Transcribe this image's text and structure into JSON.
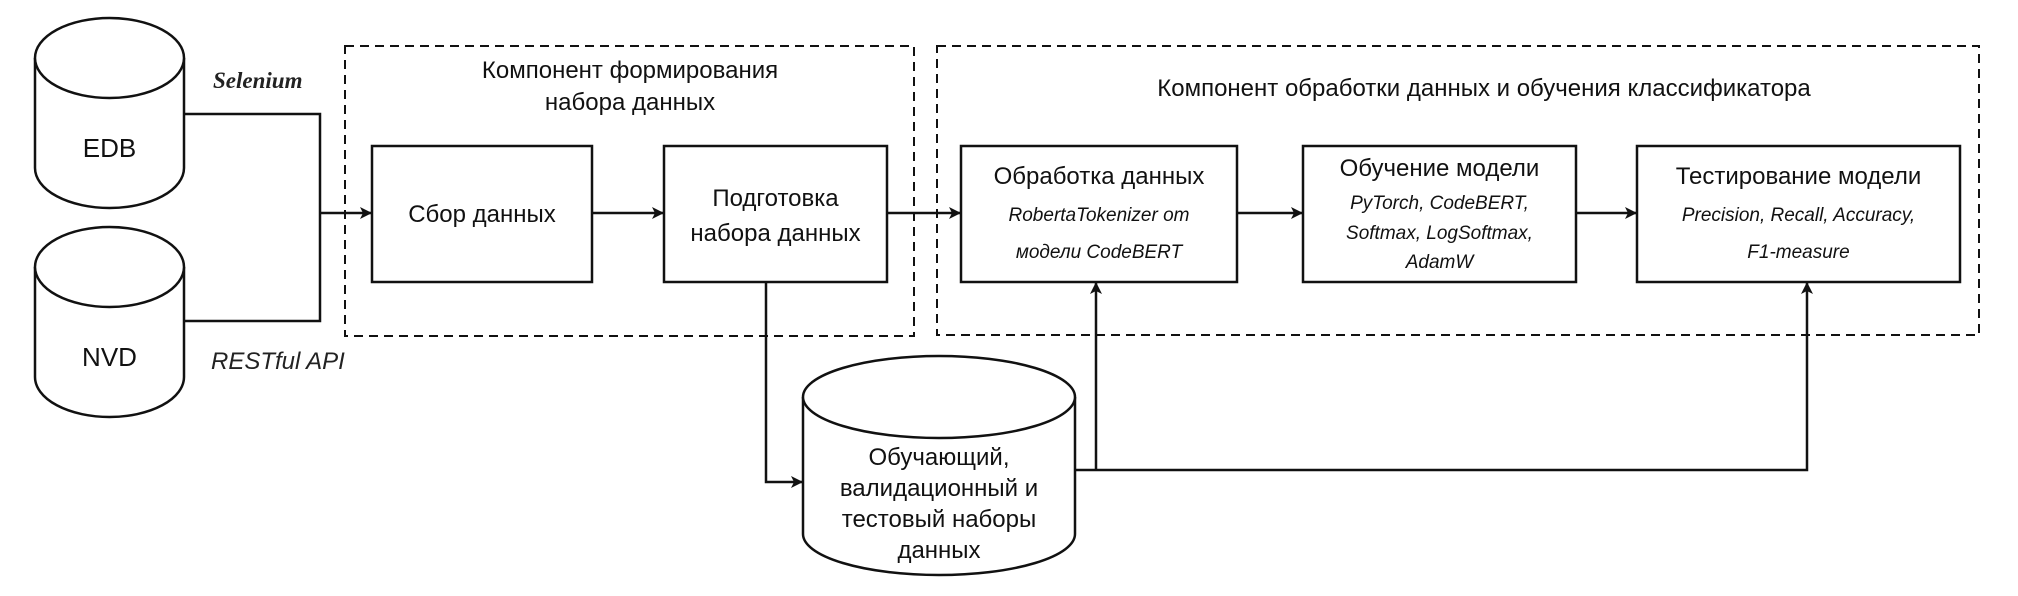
{
  "diagram": {
    "databases": {
      "edb": "EDB",
      "nvd": "NVD",
      "datasets": [
        "Обучающий,",
        "валидационный и",
        "тестовый наборы",
        "данных"
      ]
    },
    "edge_labels": {
      "selenium": "Selenium",
      "restful": "RESTful API"
    },
    "group_formation": {
      "title_lines": [
        "Компонент формирования",
        "набора данных"
      ],
      "collect": "Сбор данных",
      "prepare": [
        "Подготовка",
        "набора данных"
      ]
    },
    "group_processing": {
      "title": "Компонент обработки данных и обучения классификатора",
      "processing": {
        "title": "Обработка данных",
        "sub": [
          "RobertaTokenizer от",
          "модели CodeBERT"
        ]
      },
      "training": {
        "title": "Обучение модели",
        "sub": [
          "PyTorch, CodeBERT,",
          "Softmax, LogSoftmax,",
          "AdamW"
        ]
      },
      "testing": {
        "title": "Тестирование модели",
        "sub": [
          "Precision, Recall, Accuracy,",
          "F1-measure"
        ]
      }
    },
    "colors": {
      "stroke": "#111111",
      "background": "#ffffff"
    }
  }
}
